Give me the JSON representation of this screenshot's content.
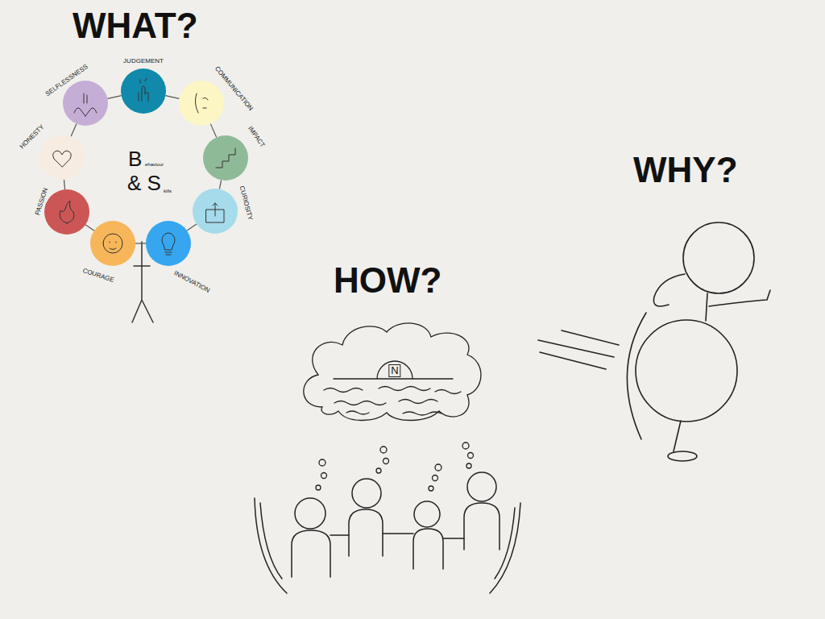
{
  "diagram": {
    "nodes": [
      {
        "text": [
          "SELFLESSNESS"
        ]
      },
      {
        "text": [
          "JUDGEMENT"
        ]
      },
      {
        "text": [
          "COMMUNICATION"
        ]
      },
      {
        "text": [
          "IMPACT"
        ]
      },
      {
        "text": [
          "CURIOSITY"
        ]
      },
      {
        "text": [
          "INNOVATION"
        ]
      },
      {
        "text": [
          "COURAGE"
        ]
      },
      {
        "text": [
          "PASSION"
        ]
      },
      {
        "text": [
          "HONESTY"
        ]
      },
      {
        "text": [
          "N"
        ]
      }
    ],
    "edges": [
      {
        "from": 0,
        "to": 1,
        "arrow": "none"
      },
      {
        "from": 1,
        "to": 2,
        "arrow": "none"
      },
      {
        "from": 2,
        "to": 3,
        "arrow": "none"
      },
      {
        "from": 3,
        "to": 4,
        "arrow": "none"
      },
      {
        "from": 4,
        "to": 5,
        "arrow": "none"
      },
      {
        "from": 5,
        "to": 6,
        "arrow": "none"
      },
      {
        "from": 6,
        "to": 7,
        "arrow": "none"
      },
      {
        "from": 7,
        "to": 8,
        "arrow": "none"
      },
      {
        "from": 8,
        "to": 0,
        "arrow": "none"
      }
    ],
    "labels": [
      "WHAT?",
      "B",
      "ehaviour",
      "& S",
      "kills",
      "WHY?",
      "HOW?"
    ]
  }
}
